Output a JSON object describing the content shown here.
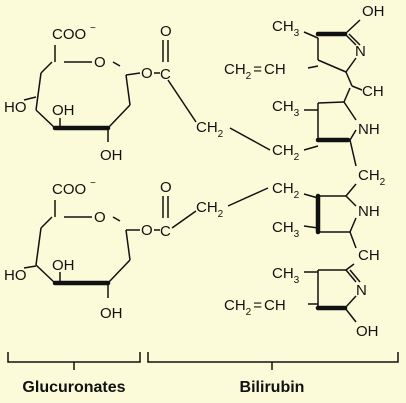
{
  "glucuronate_top": {
    "carboxylate": "COO",
    "charge": "−",
    "ring_o": "O",
    "ho": "HO",
    "oh_inner": "OH",
    "oh_bottom": "OH",
    "ester_o": "O"
  },
  "glucuronate_bottom": {
    "carboxylate": "COO",
    "charge": "−",
    "ring_o": "O",
    "ho": "HO",
    "oh_inner": "OH",
    "oh_bottom": "OH",
    "ester_o": "O"
  },
  "linkers": {
    "top_carbonyl_o": "O",
    "top_carbon": "C",
    "top_ch2": "CH",
    "top_ch2_sub": "2",
    "bottom_carbonyl_o": "O",
    "bottom_carbon": "C",
    "bottom_ch2": "CH",
    "bottom_ch2_sub": "2"
  },
  "bilirubin": {
    "ring1_oh": "OH",
    "ring1_ch3": "CH",
    "ring1_ch3_sub": "3",
    "ring1_n": "N",
    "ring1_vinyl_left": "CH",
    "ring1_vinyl_left_sub": "2",
    "ring1_vinyl_eq": "=",
    "ring1_vinyl_right": "CH",
    "ring1_methine": "CH",
    "ring2_ch3": "CH",
    "ring2_ch3_sub": "3",
    "ring2_nh": "NH",
    "ring2_ch2": "CH",
    "ring2_ch2_sub": "2",
    "bridge_ch2": "CH",
    "bridge_ch2_sub": "2",
    "ring3_ch2": "CH",
    "ring3_ch2_sub": "2",
    "ring3_nh": "NH",
    "ring3_ch3": "CH",
    "ring3_ch3_sub": "3",
    "ring3_methine": "CH",
    "ring4_ch3": "CH",
    "ring4_ch3_sub": "3",
    "ring4_n": "N",
    "ring4_vinyl_left": "CH",
    "ring4_vinyl_left_sub": "2",
    "ring4_vinyl_eq": "=",
    "ring4_vinyl_right": "CH",
    "ring4_oh": "OH"
  },
  "captions": {
    "glucuronates": "Glucuronates",
    "bilirubin": "Bilirubin"
  }
}
